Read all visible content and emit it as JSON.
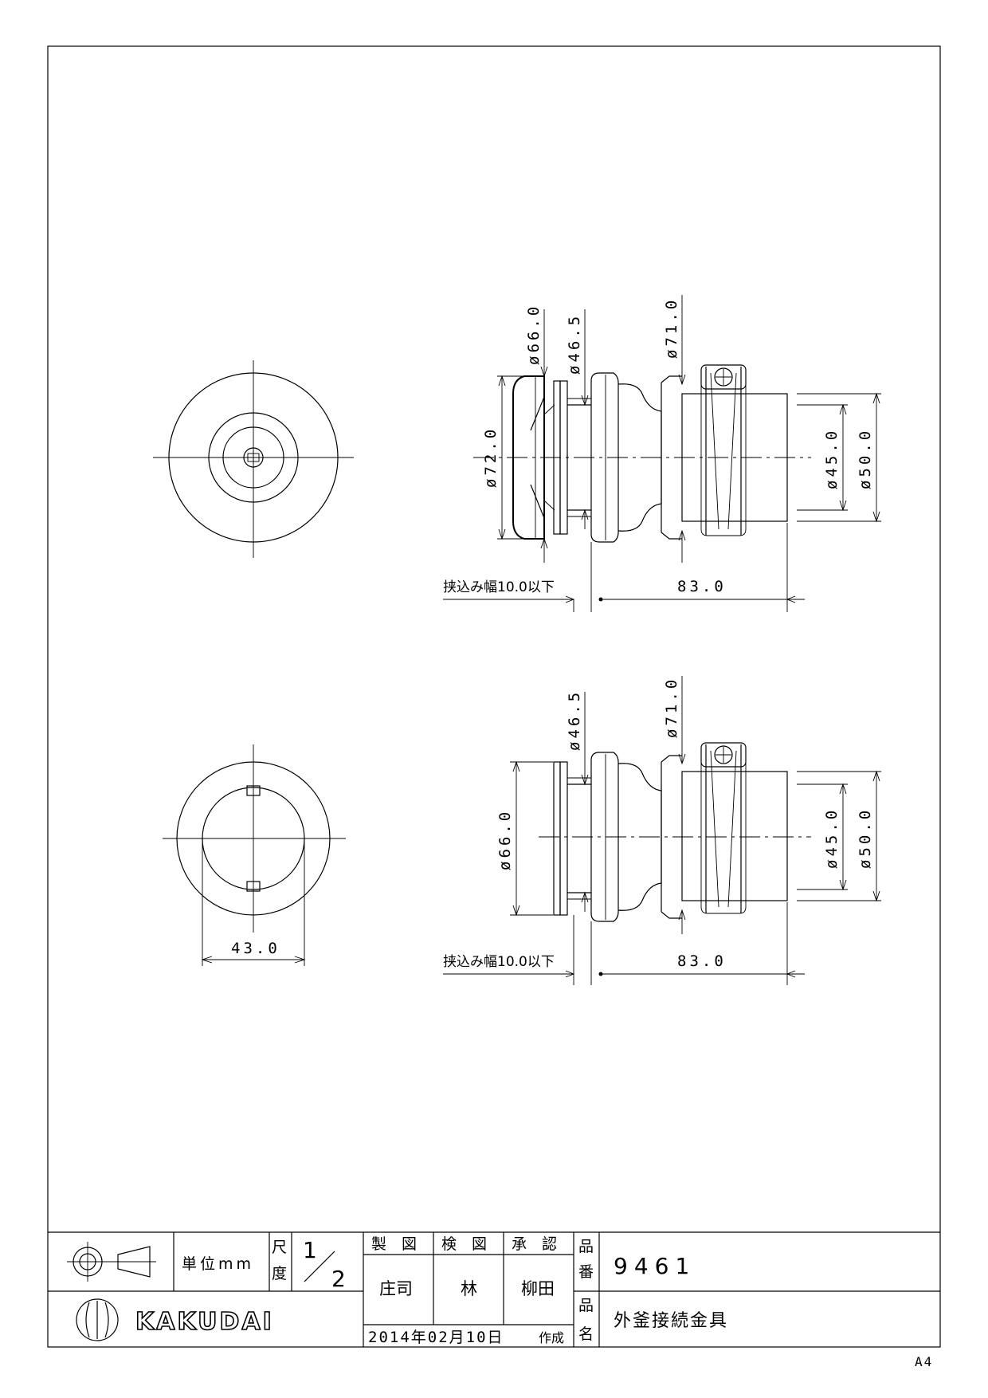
{
  "dimensions": {
    "top_d66": "ø66.0",
    "top_d46_5": "ø46.5",
    "top_d71": "ø71.0",
    "top_d72": "ø72.0",
    "top_d45": "ø45.0",
    "top_d50": "ø50.0",
    "top_length": "83.0",
    "top_clamp_width": "挟込み幅10.0以下",
    "bottom_d46_5": "ø46.5",
    "bottom_d71": "ø71.0",
    "bottom_d66": "ø66.0",
    "bottom_d45": "ø45.0",
    "bottom_d50": "ø50.0",
    "bottom_length": "83.0",
    "bottom_clamp_width": "挟込み幅10.0以下",
    "front_width": "43.0"
  },
  "title_block": {
    "unit_label": "単位mm",
    "scale_label_1": "尺",
    "scale_label_2": "度",
    "scale_num": "1",
    "scale_den": "2",
    "drawn_header": "製　図",
    "checked_header": "検　図",
    "approved_header": "承　認",
    "drawn_by": "庄司",
    "checked_by": "林",
    "approved_by": "柳田",
    "part_no_label_1": "品",
    "part_no_label_2": "番",
    "part_no": "9461",
    "part_name_label_1": "品",
    "part_name_label_2": "名",
    "part_name": "外釜接続金具",
    "date": "2014年02月10日",
    "created": "作成",
    "logo_text": "KAKUDAI",
    "paper_size": "A4"
  }
}
